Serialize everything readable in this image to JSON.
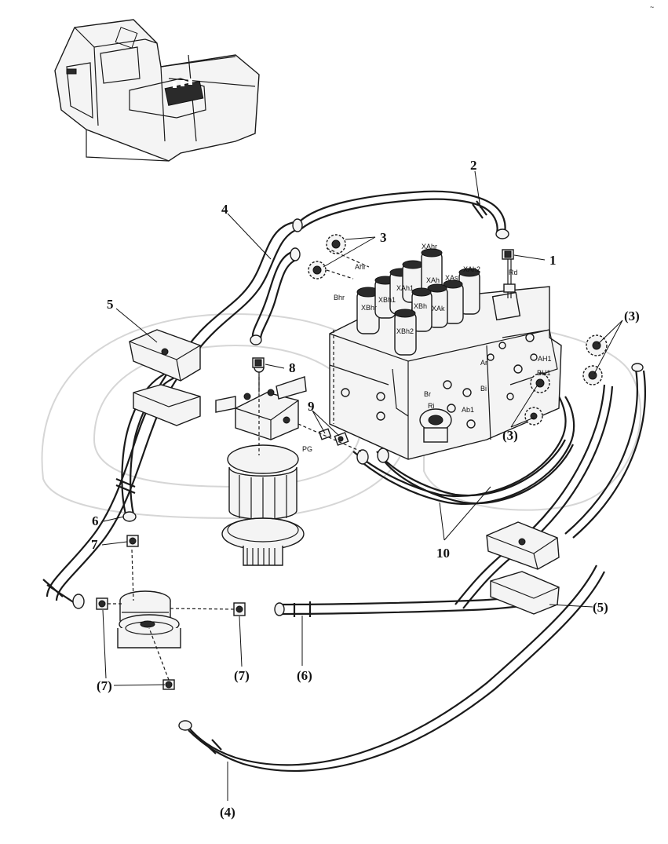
{
  "callouts": [
    {
      "id": "c1",
      "text": "1"
    },
    {
      "id": "c2",
      "text": "2"
    },
    {
      "id": "c3",
      "text": "3"
    },
    {
      "id": "c4",
      "text": "4"
    },
    {
      "id": "c5",
      "text": "5"
    },
    {
      "id": "c6",
      "text": "6"
    },
    {
      "id": "c7",
      "text": "7"
    },
    {
      "id": "c8",
      "text": "8"
    },
    {
      "id": "c9",
      "text": "9"
    },
    {
      "id": "c10",
      "text": "10"
    },
    {
      "id": "c3p",
      "text": "(3)"
    },
    {
      "id": "c3p2",
      "text": "(3)"
    },
    {
      "id": "c5p",
      "text": "(5)"
    },
    {
      "id": "c6p",
      "text": "(6)"
    },
    {
      "id": "c7p",
      "text": "(7)"
    },
    {
      "id": "c7p2",
      "text": "(7)"
    },
    {
      "id": "c4p",
      "text": "(4)"
    }
  ],
  "port_labels": {
    "xahr": "XAhr",
    "ahr": "Ahr",
    "bhr": "Bhr",
    "xbhr": "XBhr",
    "xah1": "XAh1",
    "xbh1": "XBh1",
    "xah": "XAh",
    "xbh": "XBh",
    "xbh2": "XBh2",
    "xas": "XAs",
    "xah2": "XAh2",
    "xak": "XAk",
    "ah1": "AH1",
    "ar": "Ar",
    "br": "Br",
    "bh1": "BH1",
    "bi": "Bi",
    "ri": "Ri",
    "ab1": "Ab1",
    "pg": "PG",
    "rd": "Rd"
  },
  "top_right_mark": "~"
}
